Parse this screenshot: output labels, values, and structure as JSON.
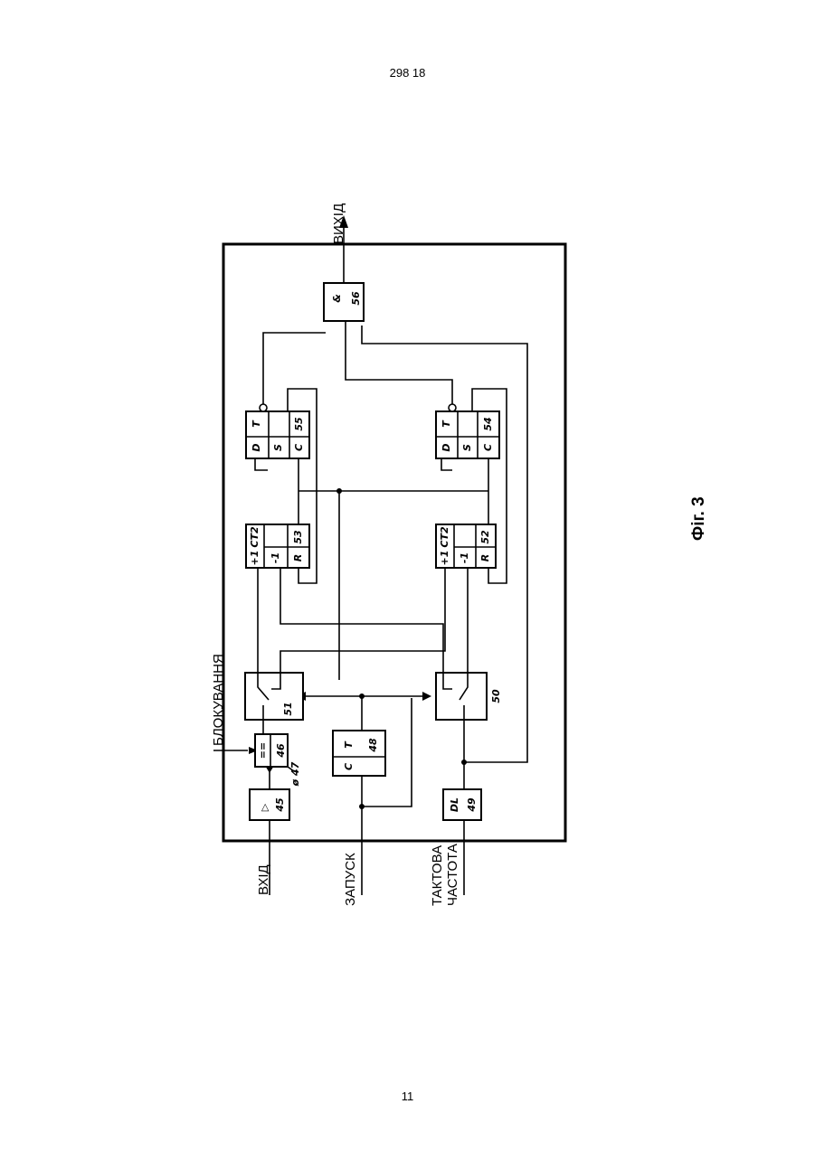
{
  "page": {
    "header": "298 18",
    "number": "11",
    "figure_caption": "Фіг. 3"
  },
  "signals": {
    "input": "ВХІД",
    "start": "ЗАПУСК",
    "clock_line1": "ТАКТОВА",
    "clock_line2": "ЧАСТОТА",
    "blocking": "БЛОКУВАННЯ",
    "output": "ВИХІД"
  },
  "blocks": {
    "b45": {
      "number": "45",
      "symbol": "▷"
    },
    "b46": {
      "number": "46",
      "symbol": "=="
    },
    "b47": {
      "label": "ø 47"
    },
    "b48": {
      "number": "48",
      "pins": [
        "T",
        "C"
      ]
    },
    "b49": {
      "number": "49",
      "symbol": "DL"
    },
    "b50": {
      "number": "50"
    },
    "b51": {
      "number": "51"
    },
    "b52": {
      "number": "52",
      "pins": [
        "+1",
        "CT2",
        "-1",
        "R"
      ]
    },
    "b53": {
      "number": "53",
      "pins": [
        "+1",
        "CT2",
        "-1",
        "R"
      ]
    },
    "b54": {
      "number": "54",
      "pins": [
        "D",
        "T",
        "S",
        "C"
      ]
    },
    "b55": {
      "number": "55",
      "pins": [
        "D",
        "T",
        "S",
        "C"
      ]
    },
    "b56": {
      "number": "56",
      "symbol": "&"
    }
  },
  "colors": {
    "ink": "#000000",
    "paper": "#ffffff"
  }
}
